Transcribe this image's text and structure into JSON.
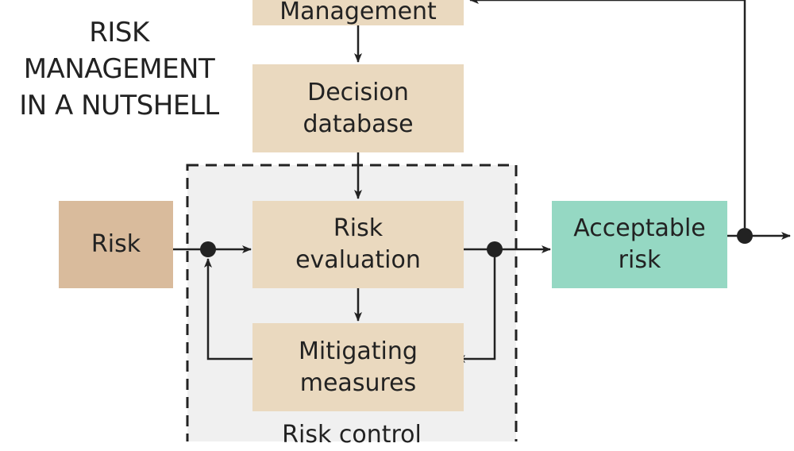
{
  "title": {
    "lines": [
      "RISK",
      "MANAGEMENT",
      "IN A NUTSHELL"
    ]
  },
  "boxes": {
    "management": {
      "lines": [
        "Management"
      ]
    },
    "decision_database": {
      "lines": [
        "Decision",
        "database"
      ]
    },
    "risk": {
      "lines": [
        "Risk"
      ]
    },
    "risk_evaluation": {
      "lines": [
        "Risk",
        "evaluation"
      ]
    },
    "mitigating_measures": {
      "lines": [
        "Mitigating",
        "measures"
      ]
    },
    "acceptable_risk": {
      "lines": [
        "Acceptable",
        "risk"
      ]
    }
  },
  "group_label": "Risk control",
  "colors": {
    "process_box": "#ead9bf",
    "risk_box": "#d9bb9c",
    "acceptable_box": "#95d8c3",
    "group_fill": "#f0f0f0",
    "line": "#222222"
  }
}
